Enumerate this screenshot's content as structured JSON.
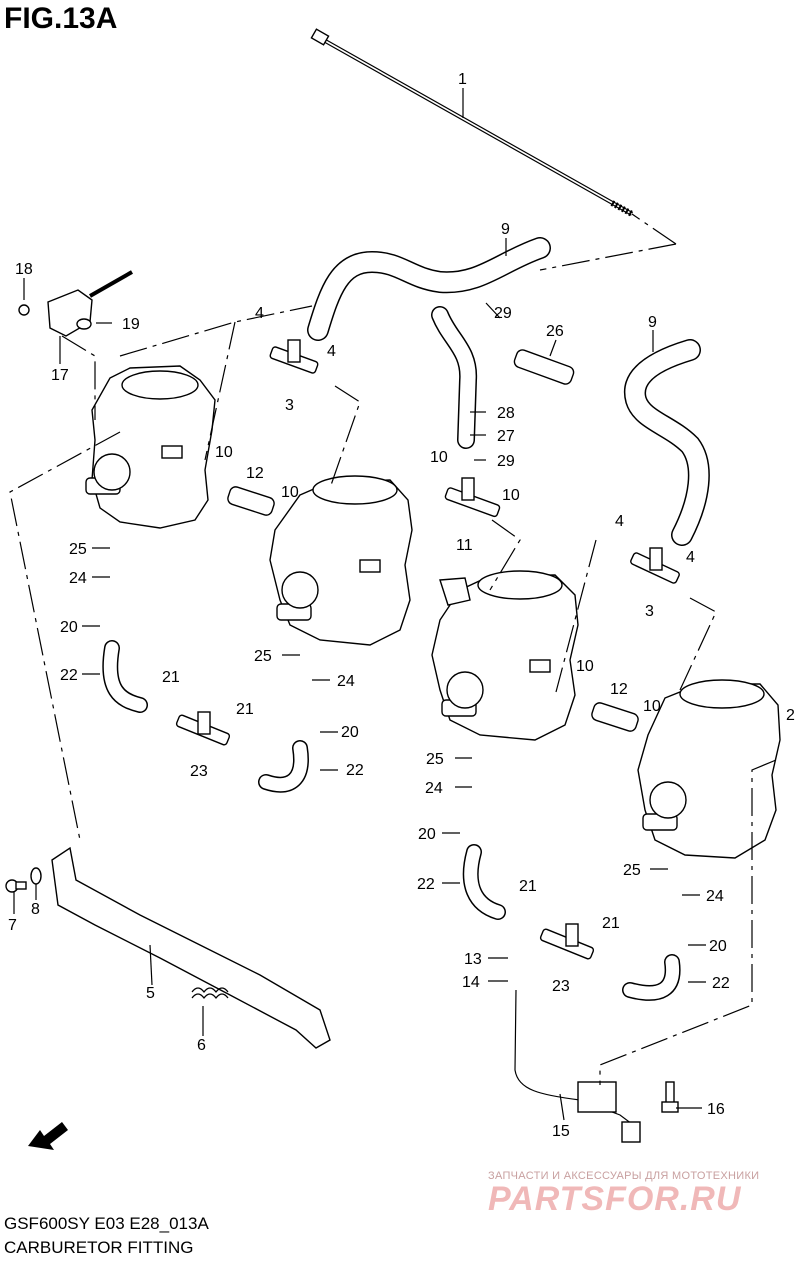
{
  "figure": {
    "title": "FIG.13A",
    "code": "GSF600SY E03 E28_013A",
    "name": "CARBURETOR FITTING"
  },
  "watermark": {
    "tagline": "ЗАПЧАСТИ И АКСЕССУАРЫ ДЛЯ МОТОТЕХНИКИ",
    "logo": "PARTSFOR.RU"
  },
  "callouts": [
    {
      "id": "c1",
      "label": "1"
    },
    {
      "id": "c2",
      "label": "2"
    },
    {
      "id": "c3a",
      "label": "3"
    },
    {
      "id": "c3b",
      "label": "3"
    },
    {
      "id": "c4a",
      "label": "4"
    },
    {
      "id": "c4b",
      "label": "4"
    },
    {
      "id": "c4c",
      "label": "4"
    },
    {
      "id": "c4d",
      "label": "4"
    },
    {
      "id": "c5",
      "label": "5"
    },
    {
      "id": "c6",
      "label": "6"
    },
    {
      "id": "c7",
      "label": "7"
    },
    {
      "id": "c8",
      "label": "8"
    },
    {
      "id": "c9a",
      "label": "9"
    },
    {
      "id": "c9b",
      "label": "9"
    },
    {
      "id": "c10a",
      "label": "10"
    },
    {
      "id": "c10b",
      "label": "10"
    },
    {
      "id": "c10c",
      "label": "10"
    },
    {
      "id": "c10d",
      "label": "10"
    },
    {
      "id": "c10e",
      "label": "10"
    },
    {
      "id": "c10f",
      "label": "10"
    },
    {
      "id": "c11",
      "label": "11"
    },
    {
      "id": "c12a",
      "label": "12"
    },
    {
      "id": "c12b",
      "label": "12"
    },
    {
      "id": "c13",
      "label": "13"
    },
    {
      "id": "c14",
      "label": "14"
    },
    {
      "id": "c15",
      "label": "15"
    },
    {
      "id": "c16",
      "label": "16"
    },
    {
      "id": "c17",
      "label": "17"
    },
    {
      "id": "c18",
      "label": "18"
    },
    {
      "id": "c19",
      "label": "19"
    },
    {
      "id": "c20a",
      "label": "20"
    },
    {
      "id": "c20b",
      "label": "20"
    },
    {
      "id": "c20c",
      "label": "20"
    },
    {
      "id": "c20d",
      "label": "20"
    },
    {
      "id": "c21a",
      "label": "21"
    },
    {
      "id": "c21b",
      "label": "21"
    },
    {
      "id": "c21c",
      "label": "21"
    },
    {
      "id": "c21d",
      "label": "21"
    },
    {
      "id": "c22a",
      "label": "22"
    },
    {
      "id": "c22b",
      "label": "22"
    },
    {
      "id": "c22c",
      "label": "22"
    },
    {
      "id": "c22d",
      "label": "22"
    },
    {
      "id": "c23a",
      "label": "23"
    },
    {
      "id": "c23b",
      "label": "23"
    },
    {
      "id": "c24a",
      "label": "24"
    },
    {
      "id": "c24b",
      "label": "24"
    },
    {
      "id": "c24c",
      "label": "24"
    },
    {
      "id": "c24d",
      "label": "24"
    },
    {
      "id": "c25a",
      "label": "25"
    },
    {
      "id": "c25b",
      "label": "25"
    },
    {
      "id": "c25c",
      "label": "25"
    },
    {
      "id": "c25d",
      "label": "25"
    },
    {
      "id": "c26",
      "label": "26"
    },
    {
      "id": "c27",
      "label": "27"
    },
    {
      "id": "c28",
      "label": "28"
    },
    {
      "id": "c29a",
      "label": "29"
    },
    {
      "id": "c29b",
      "label": "29"
    }
  ]
}
